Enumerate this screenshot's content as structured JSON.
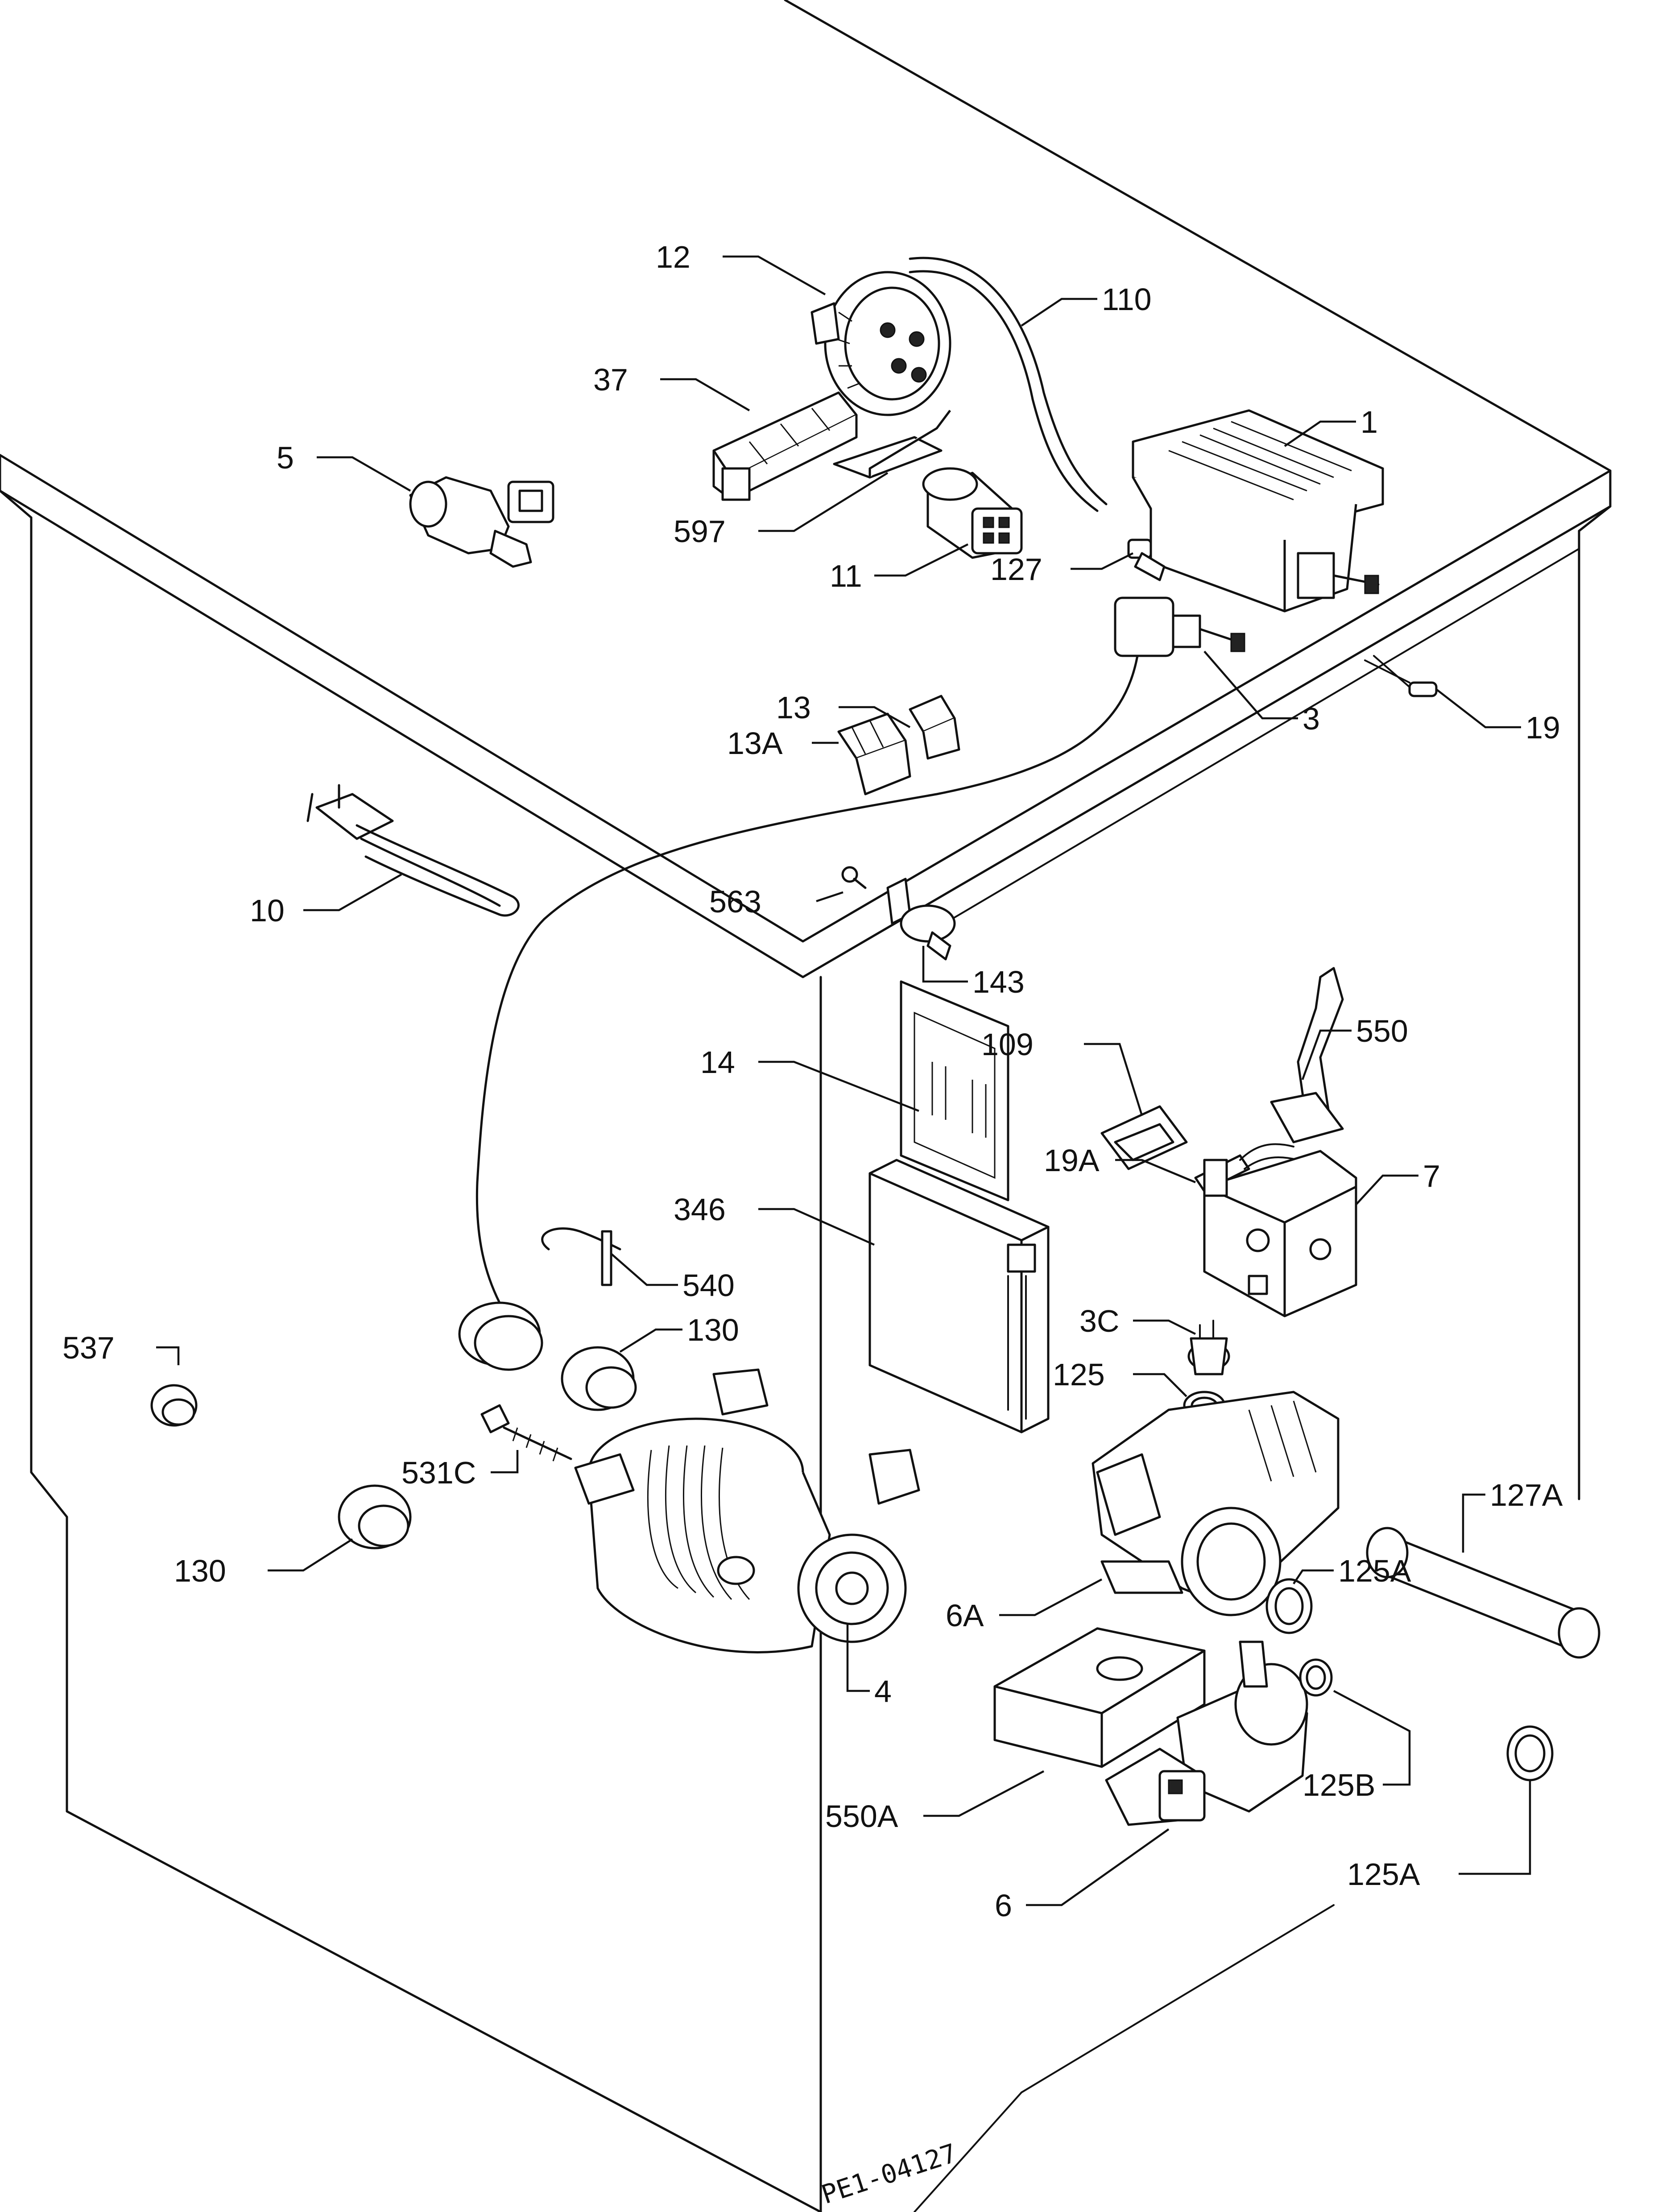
{
  "labels": {
    "l12": "12",
    "l110": "110",
    "l37": "37",
    "l1": "1",
    "l5": "5",
    "l597": "597",
    "l11": "11",
    "l127": "127",
    "l3": "3",
    "l19": "19",
    "l13": "13",
    "l13a": "13A",
    "l10": "10",
    "l563": "563",
    "l143": "143",
    "l550": "550",
    "l109": "109",
    "l14": "14",
    "l19a": "19A",
    "l346": "346",
    "l7": "7",
    "l540": "540",
    "l130a": "130",
    "l537": "537",
    "l3c": "3C",
    "l125": "125",
    "l531c": "531C",
    "l127a": "127A",
    "l130b": "130",
    "l125a1": "125A",
    "l6a": "6A",
    "l4": "4",
    "l125b": "125B",
    "l550a": "550A",
    "l6": "6",
    "l125a2": "125A"
  },
  "stamp": "PE1-04127"
}
